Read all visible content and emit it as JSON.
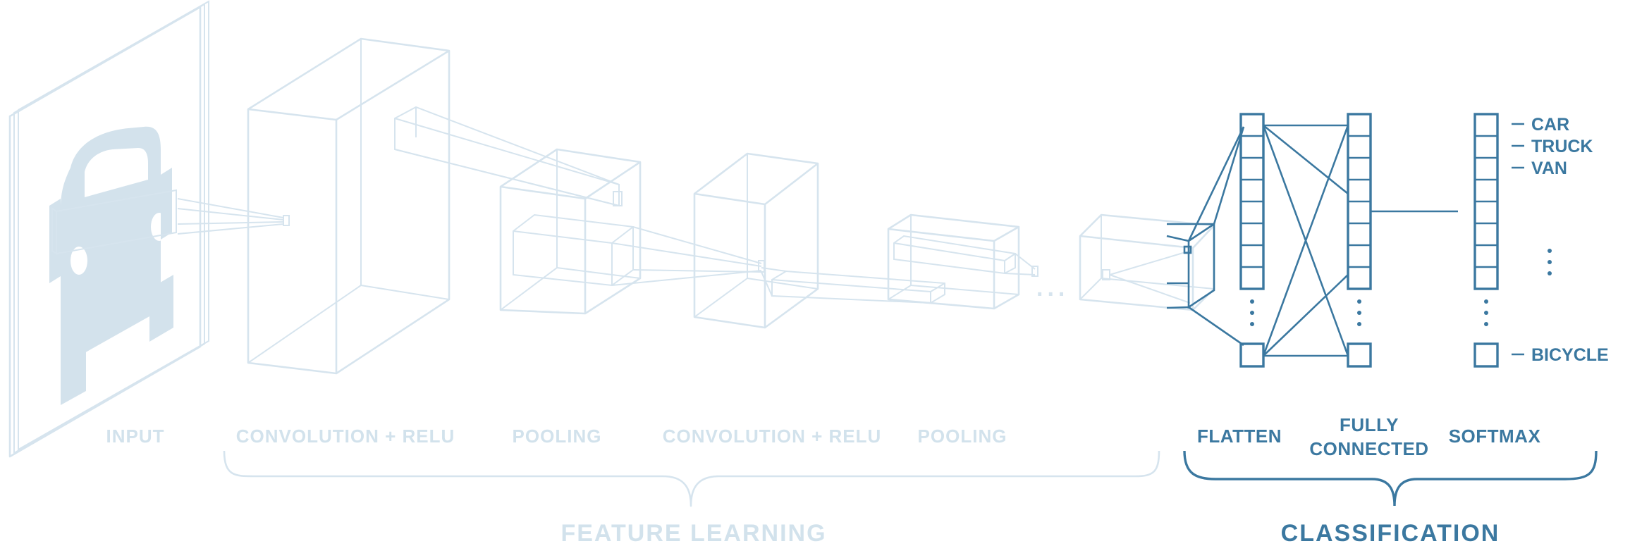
{
  "stages": {
    "input": "INPUT",
    "conv1": "CONVOLUTION + RELU",
    "pool1": "POOLING",
    "conv2": "CONVOLUTION + RELU",
    "pool2": "POOLING",
    "flatten": "FLATTEN",
    "fully_connected_line1": "FULLY",
    "fully_connected_line2": "CONNECTED",
    "softmax": "SOFTMAX"
  },
  "groups": {
    "feature_learning": "FEATURE LEARNING",
    "classification": "CLASSIFICATION"
  },
  "classes": [
    "CAR",
    "TRUCK",
    "VAN",
    "BICYCLE"
  ],
  "ellipsis": "...",
  "colors": {
    "feature_stage": "#d6e4ee",
    "classification_stage": "#3b78a0",
    "input_car": "#d3e2ec"
  },
  "icons": {
    "input_image": "car-front-icon"
  }
}
